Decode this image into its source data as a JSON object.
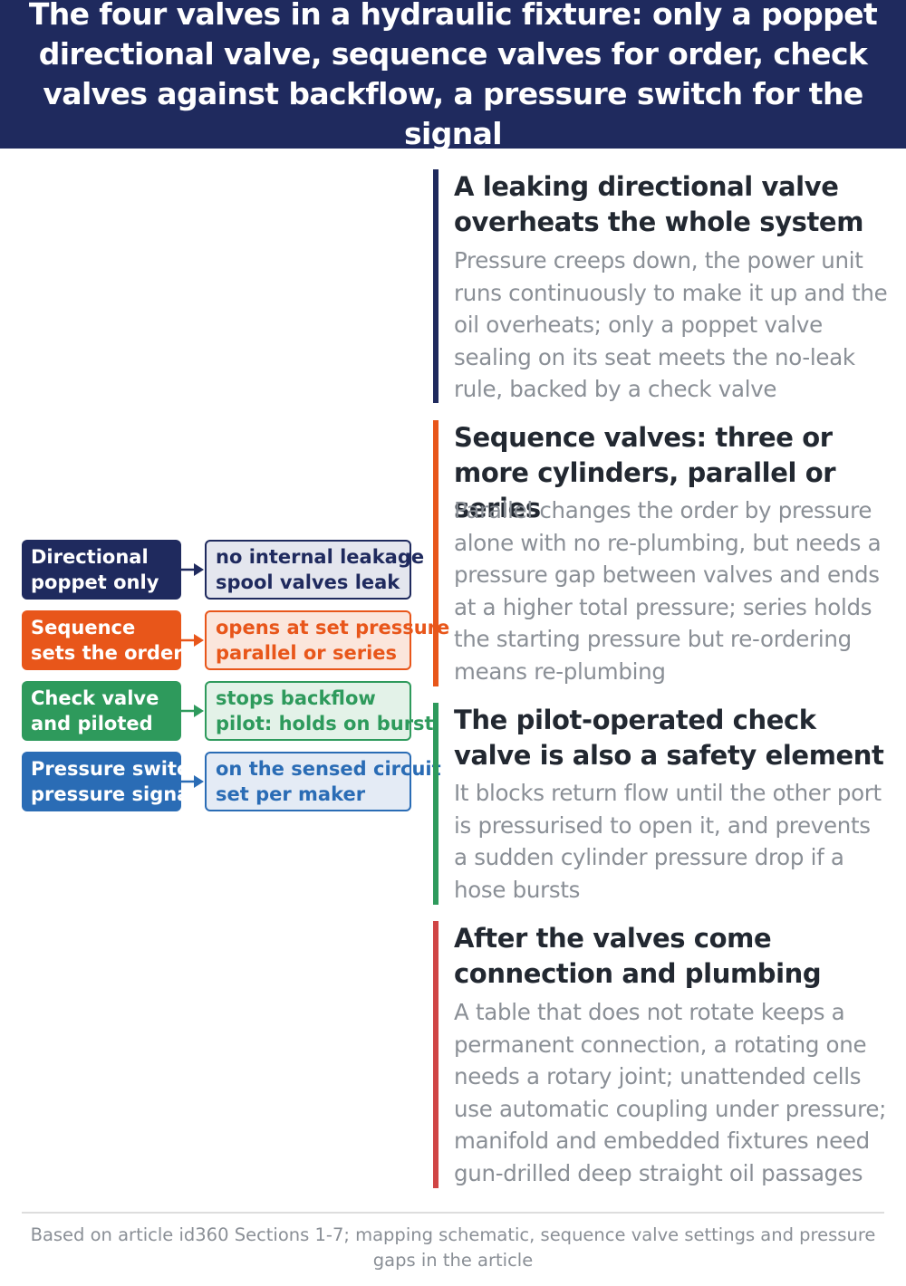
{
  "title": "The four valves in a hydraulic fixture: only a poppet directional valve, sequence valves for order, check valves against backflow, a pressure switch for the signal",
  "mapping": [
    {
      "label_lines": [
        "Directional",
        "poppet only"
      ],
      "desc_lines": [
        "no internal leakage",
        "spool valves leak"
      ],
      "color": "#1f2a5e",
      "desc_bg": "#e4e6ee"
    },
    {
      "label_lines": [
        "Sequence",
        "sets the order"
      ],
      "desc_lines": [
        "opens at set pressure",
        "parallel or series"
      ],
      "color": "#e8561a",
      "desc_bg": "#fbe6dc"
    },
    {
      "label_lines": [
        "Check valve",
        "and piloted"
      ],
      "desc_lines": [
        "stops backflow",
        "pilot: holds on burst"
      ],
      "color": "#2e9a5c",
      "desc_bg": "#e3f2e8"
    },
    {
      "label_lines": [
        "Pressure switch",
        "pressure signal"
      ],
      "desc_lines": [
        "on the sensed circuit",
        "set per maker"
      ],
      "color": "#2a6cb5",
      "desc_bg": "#e4ebf5"
    }
  ],
  "sections": [
    {
      "heading": "A leaking directional valve overheats the whole system",
      "body": "Pressure creeps down, the power unit runs continuously to make it up and the oil overheats; only a poppet valve sealing on its seat meets the no-leak rule, backed by a check valve",
      "color": "#1f2a5e"
    },
    {
      "heading": "Sequence valves: three or more cylinders, parallel or series",
      "body": "Parallel changes the order by pressure alone with no re-plumbing, but needs a pressure gap between valves and ends at a higher total pressure; series holds the starting pressure but re-ordering means re-plumbing",
      "color": "#e8561a"
    },
    {
      "heading": "The pilot-operated check valve is also a safety element",
      "body": "It blocks return flow until the other port is pressurised to open it, and prevents a sudden cylinder pressure drop if a hose bursts",
      "color": "#2e9a5c"
    },
    {
      "heading": "After the valves come connection and plumbing",
      "body": "A table that does not rotate keeps a permanent connection, a rotating one needs a rotary joint; unattended cells use automatic coupling under pressure; manifold and embedded fixtures need gun-drilled deep straight oil passages",
      "color": "#d04545"
    }
  ],
  "footer": "Based on article id360 Sections 1-7; mapping schematic, sequence valve settings and pressure gaps in the article"
}
